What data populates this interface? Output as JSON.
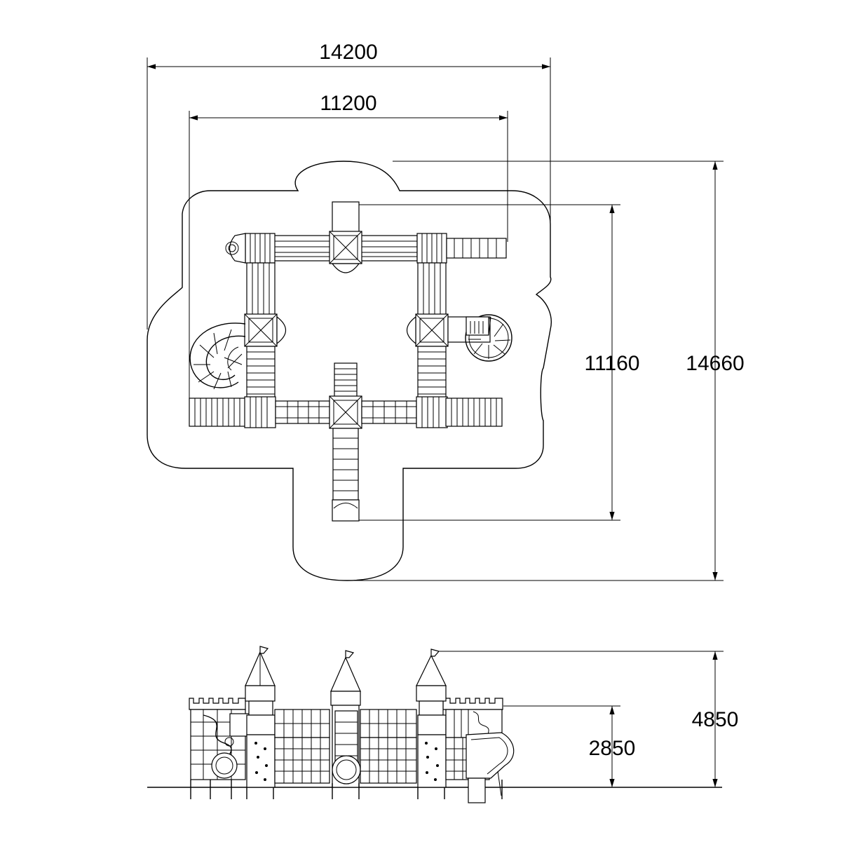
{
  "dimensions": {
    "plan_width_outer": "14200",
    "plan_width_inner": "11200",
    "plan_depth_inner": "11160",
    "plan_depth_outer": "14660",
    "elevation_height_platform": "2850",
    "elevation_height_total": "4850"
  }
}
